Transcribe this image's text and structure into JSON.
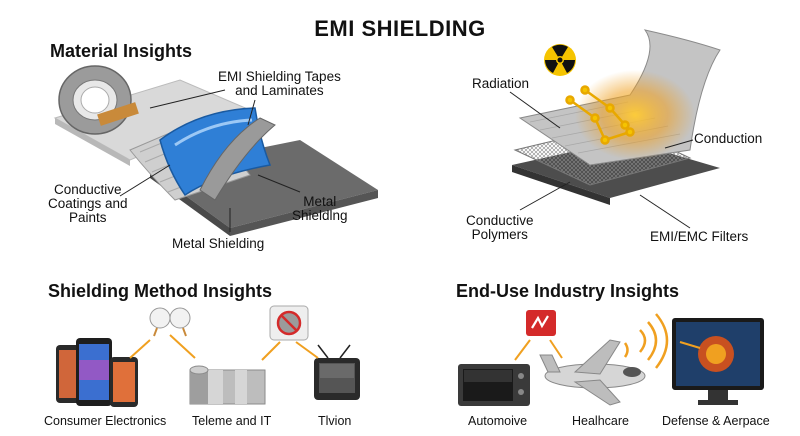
{
  "title": "EMI SHIELDING",
  "material": {
    "heading": "Material Insights",
    "label_tapes": "EMI Shielding Tapes\nand Laminates",
    "label_coatings": "Conductive\nCoatings and\nPaints",
    "label_metal_right": "Metal\nShieldlng",
    "label_metal_bottom": "Metal Shielding"
  },
  "emi": {
    "label_radiation": "Radiation",
    "label_conduction": "Conduction",
    "label_polymers": "Conductive\nPolymers",
    "label_filters": "EMI/EMC Filters"
  },
  "shielding_method": {
    "heading": "Shielding Method Insights",
    "items": [
      {
        "label": "Consumer Electronics",
        "icon": "smartphones-icon"
      },
      {
        "label": "Teleme and IT",
        "icon": "metal-sheet-icon"
      },
      {
        "label": "Tlvion",
        "icon": "television-icon"
      }
    ]
  },
  "end_use": {
    "heading": "End-Use Industry Insights",
    "items": [
      {
        "label": "Automoive",
        "icon": "car-display-icon"
      },
      {
        "label": "Healhcare",
        "icon": "aircraft-icon"
      },
      {
        "label": "Defense & Aerpace",
        "icon": "monitor-icon"
      }
    ]
  },
  "colors": {
    "radiation_yellow": "#f5c400",
    "accent_orange": "#f0a020",
    "shield_blue": "#2f7fd6",
    "badge_red": "#d42a2a"
  }
}
